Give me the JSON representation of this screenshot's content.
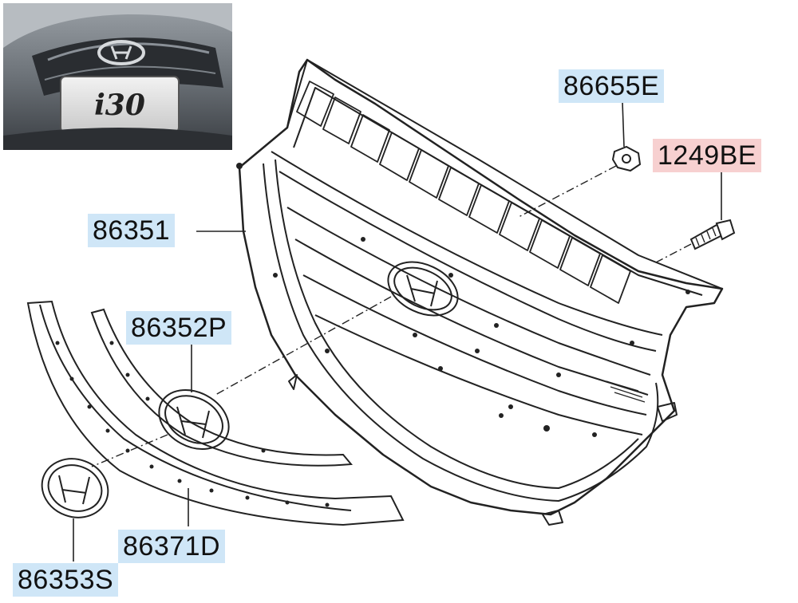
{
  "photo": {
    "badge_text": "i30",
    "brand": "Hyundai"
  },
  "parts": {
    "p86655E": "86655E",
    "p1249BE": "1249BE",
    "p86351": "86351",
    "p86352P": "86352P",
    "p86371D": "86371D",
    "p86353S": "86353S"
  },
  "colors": {
    "callout_blue": "#cfe6f7",
    "callout_pink": "#f7d0d0",
    "line": "#222222"
  }
}
